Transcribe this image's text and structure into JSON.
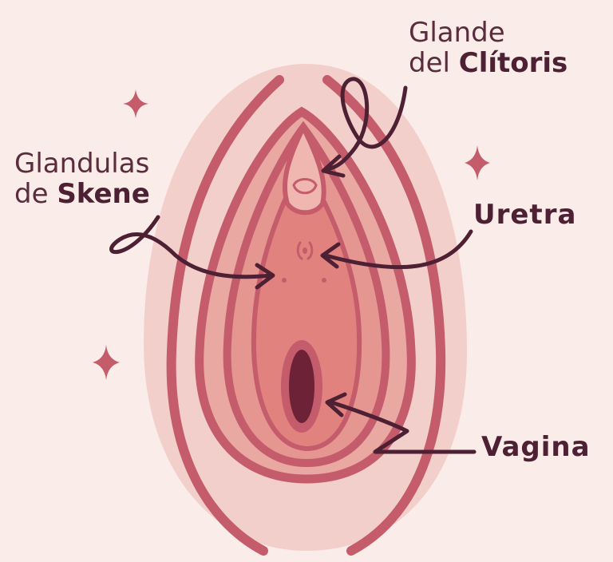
{
  "labels": {
    "clitoris": {
      "line1": "Glande",
      "line2_light": "del ",
      "line2_bold": "Clítoris"
    },
    "skene": {
      "line1": "Glandulas",
      "line2_light": "de ",
      "line2_bold": "Skene"
    },
    "uretra": "Uretra",
    "vagina": "Vagina"
  },
  "colors": {
    "background": "#f9ece9",
    "outer_shape": "#f3cfcc",
    "outline": "#c45c6b",
    "inner_fill": "#e69691",
    "core_fill": "#e2827e",
    "vaginal_opening": "#6e2238",
    "text": "#4e2033",
    "arrow": "#4e2033",
    "sparkle": "#c45c6b"
  },
  "icons": [
    "sparkle-icon",
    "sparkle-icon",
    "sparkle-icon"
  ]
}
